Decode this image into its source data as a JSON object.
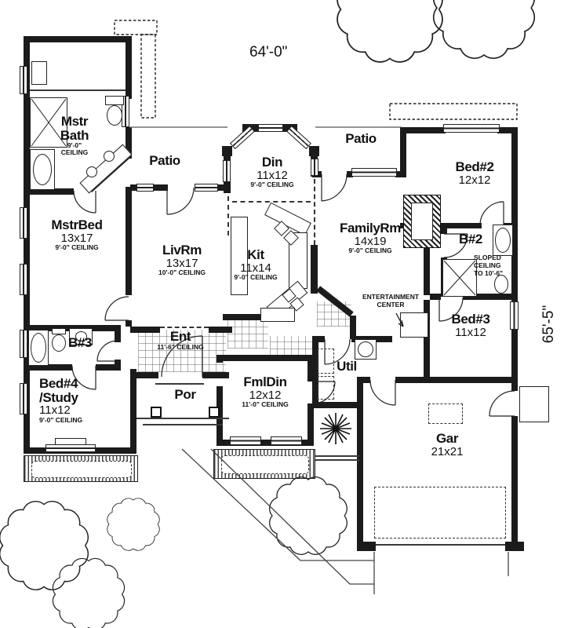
{
  "dimensions": {
    "width_label": "64'-0\"",
    "height_label": "65'-5\""
  },
  "annotation": {
    "line1": "ENTERTAINMENT",
    "line2": "CENTER"
  },
  "rooms": {
    "mstr_bath": {
      "name1": "Mstr",
      "name2": "Bath",
      "ceiling1": "9'-0\"",
      "ceiling2": "CEILING"
    },
    "patio_left": {
      "name": "Patio"
    },
    "patio_right": {
      "name": "Patio"
    },
    "din": {
      "name": "Din",
      "size": "11x12",
      "ceiling": "9'-0\" CEILING"
    },
    "bed2": {
      "name": "Bed#2",
      "size": "12x12"
    },
    "mstr_bed": {
      "name": "MstrBed",
      "size": "13x17",
      "ceiling": "9'-0\" CEILING"
    },
    "liv_rm": {
      "name": "LivRm",
      "size": "13x17",
      "ceiling": "10'-0\" CEILING"
    },
    "kit": {
      "name": "Kit",
      "size": "11x14",
      "ceiling": "9'-0\" CEILING"
    },
    "family_rm": {
      "name": "FamilyRm",
      "size": "14x19",
      "ceiling": "9'-0\" CEILING"
    },
    "b2": {
      "name": "B#2",
      "note1": "SLOPED",
      "note2": "CEILING",
      "note3": "TO 10'-6\""
    },
    "bed3": {
      "name": "Bed#3",
      "size": "11x12"
    },
    "b3": {
      "name": "B#3"
    },
    "ent": {
      "name": "Ent",
      "ceiling": "11'-6\" CEILING"
    },
    "bed4": {
      "name1": "Bed#4",
      "name2": "/Study",
      "size": "11x12",
      "ceiling": "9'-0\" CEILING"
    },
    "por": {
      "name": "Por"
    },
    "fml_din": {
      "name": "FmlDin",
      "size": "12x12",
      "ceiling": "11'-0\" CEILING"
    },
    "util": {
      "name": "Util"
    },
    "gar": {
      "name": "Gar",
      "size": "21x21"
    }
  }
}
